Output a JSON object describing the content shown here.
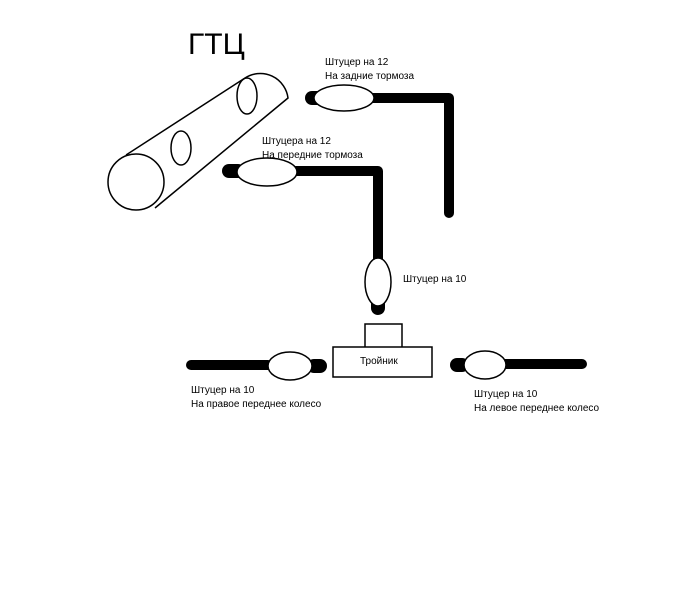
{
  "title": "ГТЦ",
  "labels": {
    "rear_fitting_line1": "Штуцер на 12",
    "rear_fitting_line2": "На задние тормоза",
    "front_fittings_line1": "Штуцера на 12",
    "front_fittings_line2": "На передние тормоза",
    "fitting10": "Штуцер на 10",
    "tee": "Тройник",
    "right_wheel_line1": "Штуцер на 10",
    "right_wheel_line2": "На правое переднее колесо",
    "left_wheel_line1": "Штуцер на 10",
    "left_wheel_line2": "На левое переднее колесо"
  }
}
